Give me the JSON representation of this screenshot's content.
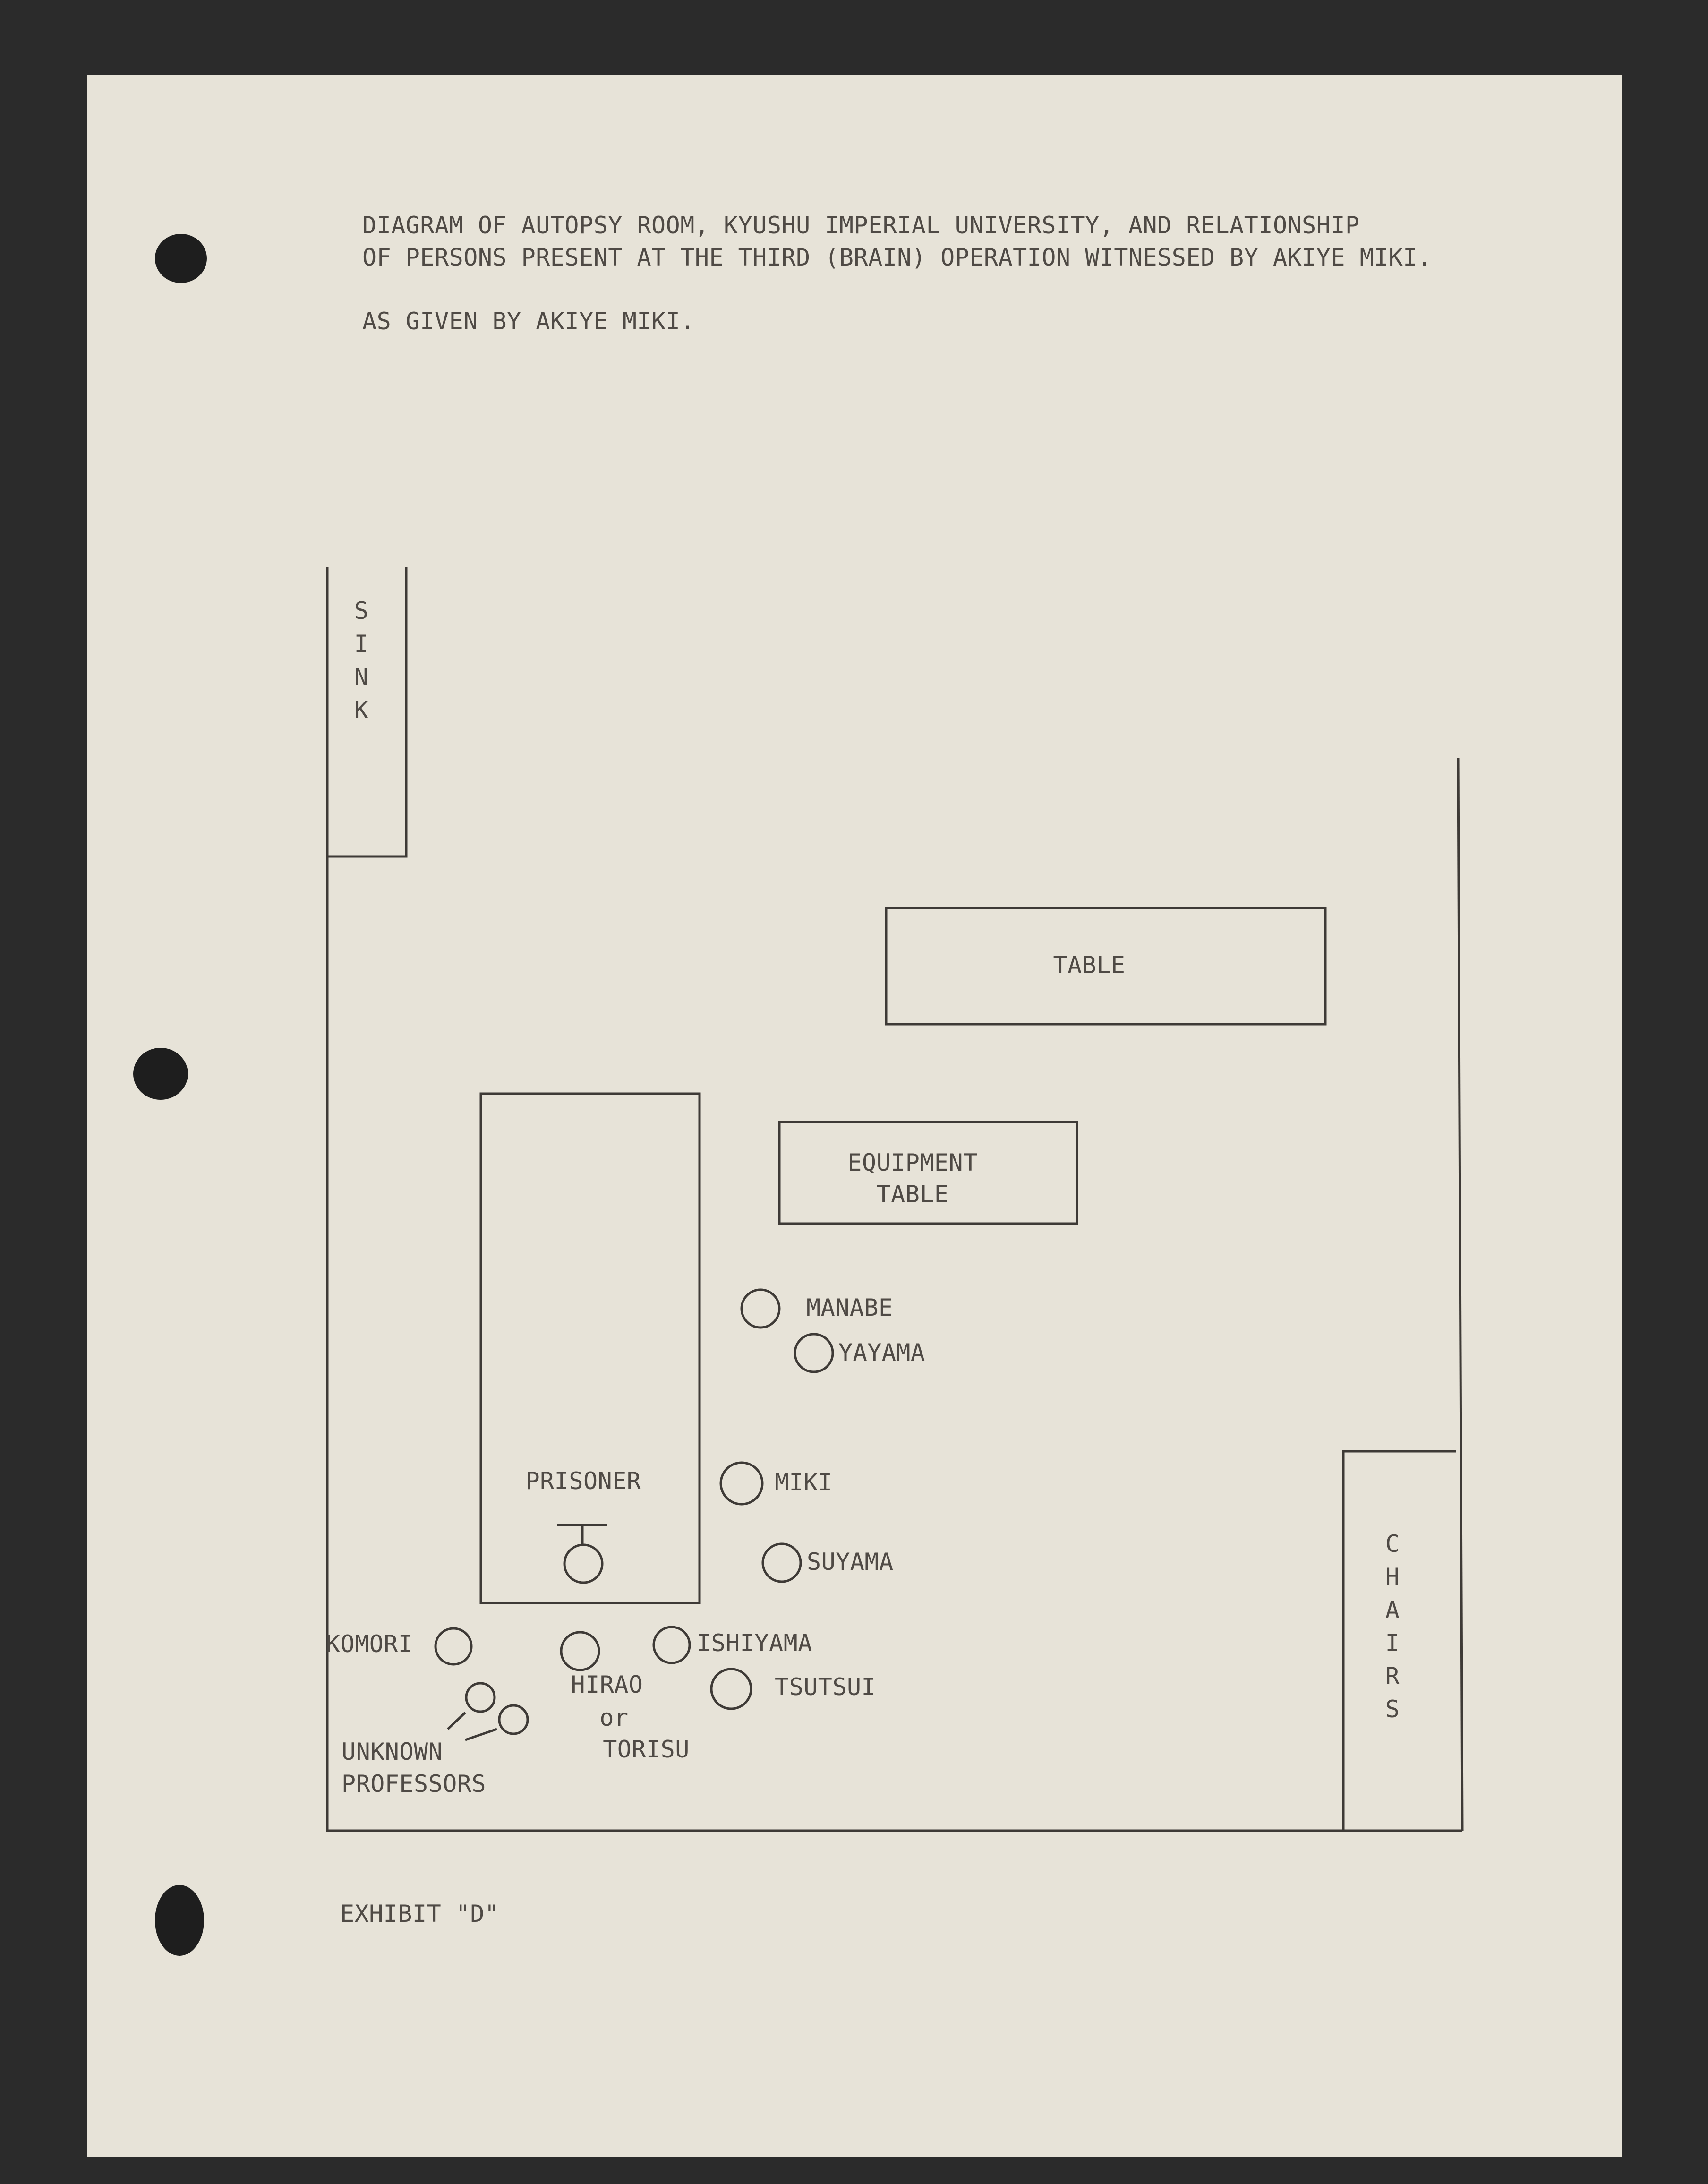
{
  "header": {
    "line1": "DIAGRAM OF AUTOPSY ROOM, KYUSHU IMPERIAL UNIVERSITY, AND RELATIONSHIP",
    "line2": "OF PERSONS PRESENT AT THE THIRD (BRAIN) OPERATION WITNESSED BY AKIYE MIKI.",
    "line3": "AS GIVEN BY AKIYE MIKI."
  },
  "room": {
    "sink": [
      "S",
      "I",
      "N",
      "K"
    ],
    "table": "TABLE",
    "equipment_table": [
      "EQUIPMENT",
      "TABLE"
    ],
    "prisoner": "PRISONER",
    "chairs": [
      "C",
      "H",
      "A",
      "I",
      "R",
      "S"
    ]
  },
  "persons": {
    "manabe": "MANABE",
    "yayama": "YAYAMA",
    "miki": "MIKI",
    "suyama": "SUYAMA",
    "komori": "KOMORI",
    "ishiyama": "ISHIYAMA",
    "hirao": [
      "HIRAO",
      "or",
      "TORISU"
    ],
    "tsutsui": "TSUTSUI",
    "unknown_professors": [
      "UNKNOWN",
      "PROFESSORS"
    ]
  },
  "footer": {
    "exhibit": "EXHIBIT \"D\""
  },
  "colors": {
    "paper": "#e7e3d8",
    "background": "#2b2b2b",
    "ink": "#4f4a45"
  }
}
